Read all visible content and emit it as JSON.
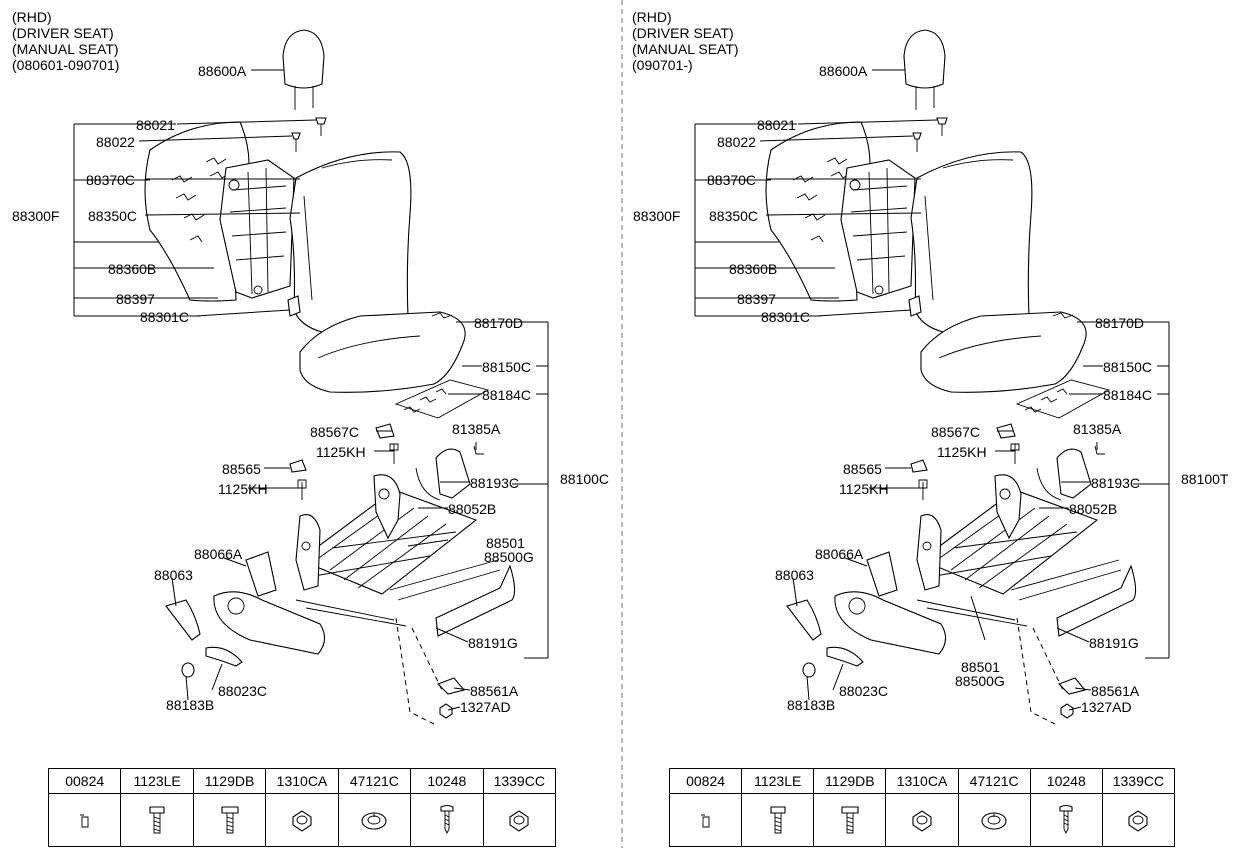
{
  "panels": [
    {
      "header": [
        "(RHD)",
        "(DRIVER SEAT)",
        "(MANUAL SEAT)",
        "(080601-090701)"
      ],
      "labels": {
        "headrest": "88600A",
        "guide_a": "88021",
        "guide_b": "88022",
        "back_pad": "88370C",
        "back_assy": "88300F",
        "back_frame": "88350C",
        "back_cover": "88360B",
        "wire": "88397",
        "cover_b": "88301C",
        "cush_cover": "88170D",
        "cush_pad": "88150C",
        "cush_heater": "88184C",
        "cover_c": "88567C",
        "bolt_a": "1125KH",
        "cover_d": "88565",
        "bolt_b": "1125KH",
        "pin": "81385A",
        "shield_in": "88193C",
        "seat_assy": "88100C",
        "bracket": "88052B",
        "track_a": "88501",
        "track_b": "88500G",
        "cover_e": "88066A",
        "knob": "88063",
        "lever": "88023C",
        "cap": "88183B",
        "shield_front": "88191G",
        "clip": "88561A",
        "nut": "1327AD"
      }
    },
    {
      "header": [
        "(RHD)",
        "(DRIVER SEAT)",
        "(MANUAL SEAT)",
        "(090701-)"
      ],
      "labels": {
        "headrest": "88600A",
        "guide_a": "88021",
        "guide_b": "88022",
        "back_pad": "88370C",
        "back_assy": "88300F",
        "back_frame": "88350C",
        "back_cover": "88360B",
        "wire": "88397",
        "cover_b": "88301C",
        "cush_cover": "88170D",
        "cush_pad": "88150C",
        "cush_heater": "88184C",
        "cover_c": "88567C",
        "bolt_a": "1125KH",
        "cover_d": "88565",
        "bolt_b": "1125KH",
        "pin": "81385A",
        "shield_in": "88193C",
        "seat_assy": "88100T",
        "bracket": "88052B",
        "track_a": "88501",
        "track_b": "88500G",
        "cover_e": "88066A",
        "knob": "88063",
        "lever": "88023C",
        "cap": "88183B",
        "shield_front": "88191G",
        "clip": "88561A",
        "nut": "1327AD"
      }
    }
  ],
  "hardware_table": {
    "columns": [
      {
        "code": "00824",
        "icon": "pin-icon"
      },
      {
        "code": "1123LE",
        "icon": "bolt-icon"
      },
      {
        "code": "1129DB",
        "icon": "bolt-icon"
      },
      {
        "code": "1310CA",
        "icon": "hex-nut-icon"
      },
      {
        "code": "47121C",
        "icon": "lock-washer-icon"
      },
      {
        "code": "10248",
        "icon": "screw-icon"
      },
      {
        "code": "1339CC",
        "icon": "hex-nut-icon"
      }
    ]
  }
}
